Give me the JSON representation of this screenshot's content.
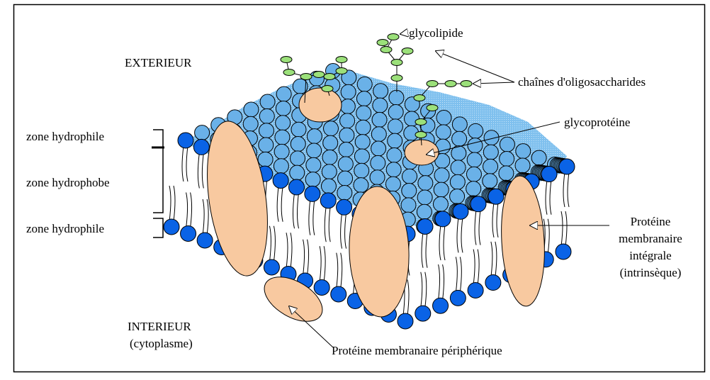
{
  "diagram": {
    "labels": {
      "exterior": "EXTERIEUR",
      "interior": "INTERIEUR",
      "interior_sub": "(cytoplasme)",
      "zone_hydrophile_top": "zone hydrophile",
      "zone_hydrophobe": "zone hydrophobe",
      "zone_hydrophile_bottom": "zone hydrophile",
      "glycolipide": "glycolipide",
      "chaines": "chaînes d'oligosaccharides",
      "glycoproteine": "glycoprotéine",
      "integral_1": "Protéine",
      "integral_2": "membranaire",
      "integral_3": "intégrale",
      "integral_4": "(intrinsèque)",
      "peripheral": "Protéine membranaire périphérique"
    },
    "icons": {
      "phospholipid_head": "phospholipid-head-icon",
      "protein": "protein-icon",
      "sugar": "sugar-icon"
    },
    "colors": {
      "head_blue": "#0a63e6",
      "surface_blue": "#6ab1e8",
      "protein": "#f8c9a0",
      "sugar": "#9be07a",
      "frame": "#000000"
    }
  }
}
